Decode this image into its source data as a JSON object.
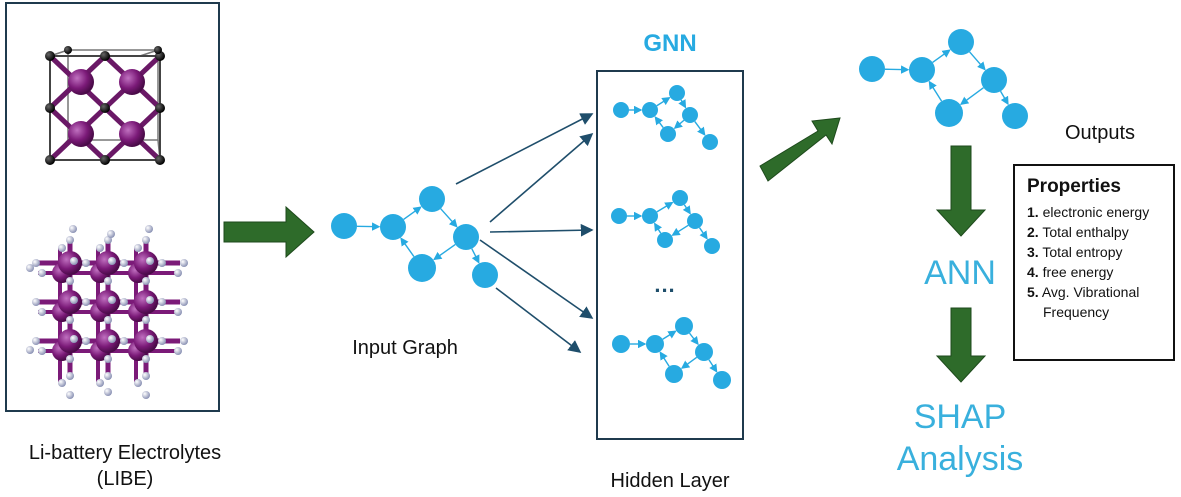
{
  "labels": {
    "libe_line1": "Li-battery Electrolytes",
    "libe_line2": "(LIBE)",
    "input_graph": "Input Graph",
    "gnn": "GNN",
    "hidden_layer": "Hidden Layer",
    "ellipsis": "...",
    "outputs": "Outputs",
    "ann": "ANN",
    "shap_line1": "SHAP",
    "shap_line2": "Analysis"
  },
  "properties": {
    "title": "Properties",
    "items": [
      {
        "num": "1.",
        "text": "electronic energy"
      },
      {
        "num": "2.",
        "text": "Total enthalpy"
      },
      {
        "num": "3.",
        "text": "Total entropy"
      },
      {
        "num": "4.",
        "text": "free energy"
      },
      {
        "num": "5.",
        "text": "Avg. Vibrational"
      }
    ],
    "item5_line2": "Frequency"
  },
  "colors": {
    "node_blue": "#27aae1",
    "arrow_green": "#2e6b2a",
    "connector_navy": "#1f4e6b",
    "atom_purple": "#7b1a78",
    "atom_black": "#111111",
    "atom_grey": "#b8bfd6"
  }
}
